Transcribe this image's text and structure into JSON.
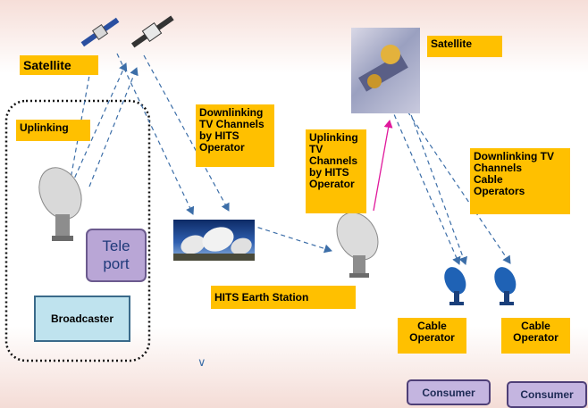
{
  "labels": {
    "satellite_left": "Satellite",
    "satellite_right": "Satellite",
    "uplinking": "Uplinking",
    "downlinking_hits_l1": "Downlinking",
    "downlinking_hits_l2": "TV Channels",
    "downlinking_hits_l3": "by HITS",
    "downlinking_hits_l4": "Operator",
    "uplinking_hits_l1": "Uplinking",
    "uplinking_hits_l2": "TV",
    "uplinking_hits_l3": "Channels",
    "uplinking_hits_l4": "by HITS",
    "uplinking_hits_l5": "Operator",
    "downlinking_cable_l1": "Downlinking TV",
    "downlinking_cable_l2": "Channels",
    "downlinking_cable_l3": "Cable",
    "downlinking_cable_l4": "Operators",
    "hits_earth_station": "HITS  Earth Station",
    "cable_operator_1_l1": "Cable",
    "cable_operator_1_l2": "Operator",
    "cable_operator_2_l1": "Cable",
    "cable_operator_2_l2": "Operator"
  },
  "boxes": {
    "teleport_l1": "Tele",
    "teleport_l2": "port",
    "broadcaster": "Broadcaster",
    "consumer_1": "Consumer",
    "consumer_2": "Consumer"
  },
  "colors": {
    "label_fill": "#ffc000",
    "link_arrow": "#3c6ea8",
    "uplink_arrow": "#e0199c",
    "teleport_fill": "#b9a6d6",
    "broadcaster_fill": "#bfe3ee",
    "consumer_fill": "#c4b5e0"
  },
  "icons": {
    "satellite_left_1": "satellite-icon",
    "satellite_left_2": "satellite-icon",
    "satellite_right": "satellite-photo",
    "teleport_dish": "satellite-dish-icon",
    "earth_station_photo": "dish-array-photo",
    "hits_dish": "satellite-dish-icon",
    "cable_dish_1": "blue-dish-icon",
    "cable_dish_2": "blue-dish-icon"
  }
}
